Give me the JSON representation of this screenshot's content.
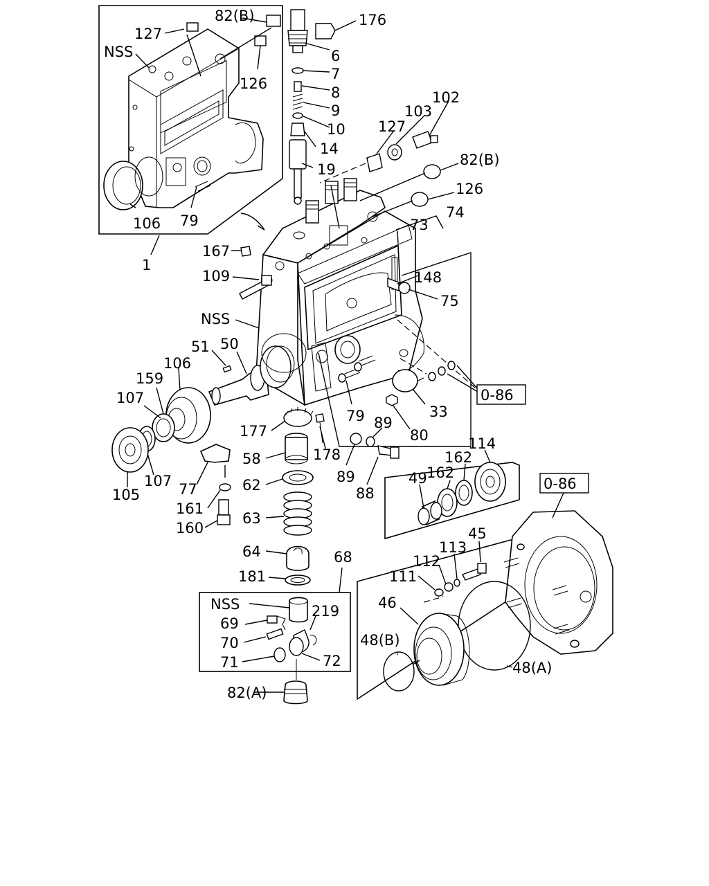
{
  "labels": {
    "l176": "176",
    "l6": "6",
    "l7": "7",
    "l8": "8",
    "l9": "9",
    "l10": "10",
    "l14": "14",
    "l19": "19",
    "l82b_top": "82(B)",
    "l127_top": "127",
    "lnss_top": "NSS",
    "l126_top": "126",
    "l106_top": "106",
    "l79_top": "79",
    "l1": "1",
    "l127_r": "127",
    "l103": "103",
    "l102": "102",
    "l82b_r": "82(B)",
    "l126_r": "126",
    "l74": "74",
    "l73": "73",
    "l167": "167",
    "l109": "109",
    "l148": "148",
    "l75": "75",
    "lnss_mid": "NSS",
    "l51": "51",
    "l50": "50",
    "l106_mid": "106",
    "l159": "159",
    "l107_a": "107",
    "l107_b": "107",
    "l105": "105",
    "l79_mid": "79",
    "l33": "33",
    "l80": "80",
    "l89_a": "89",
    "l89_b": "89",
    "l88": "88",
    "l177": "177",
    "l178": "178",
    "l58": "58",
    "l62": "62",
    "l63": "63",
    "l64": "64",
    "l181": "181",
    "l77": "77",
    "l161": "161",
    "l160": "160",
    "l114": "114",
    "l162_a": "162",
    "l162_b": "162",
    "l49": "49",
    "l45": "45",
    "l113": "113",
    "l112": "112",
    "l111": "111",
    "l46": "46",
    "l48b": "48(B)",
    "l48a": "48(A)",
    "l68": "68",
    "lnss_bot": "NSS",
    "l69": "69",
    "l219": "219",
    "l70": "70",
    "l71": "71",
    "l72": "72",
    "l82a": "82(A)"
  },
  "refs": {
    "r086_a": "0-86",
    "r086_b": "0-86"
  }
}
